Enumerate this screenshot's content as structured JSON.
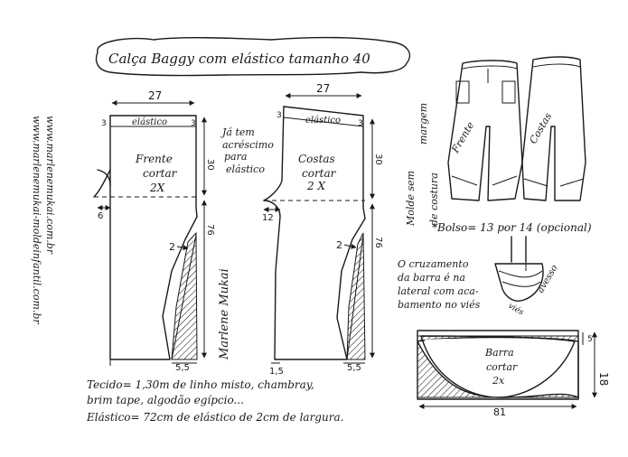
{
  "title": "Calça Baggy com elástico tamanho 40",
  "websites": [
    "www.marlenemukai.com.br",
    "www.marlenemukai-moldeinfantil.com.br"
  ],
  "front": {
    "width": "27",
    "waist_height": "3",
    "waistband_label": "elástico",
    "label": [
      "Frente",
      "cortar",
      "2X"
    ],
    "rise_ease": "6",
    "hip_depth": "30",
    "total_length": "76",
    "side_offset": "2",
    "hem_extension": "5,5",
    "note": [
      "Já tem",
      "acréscimo",
      "para",
      "elástico"
    ]
  },
  "back": {
    "width": "27",
    "waist_height": "3",
    "waistband_label": "elástico",
    "label": [
      "Costas",
      "cortar",
      "2 X"
    ],
    "rise_ease": "12",
    "hip_depth": "30",
    "total_length": "76",
    "side_offset": "2",
    "left_hem": "1,5",
    "hem_extension": "5,5"
  },
  "illustration": {
    "front_label": "Frente",
    "back_label": "Costas"
  },
  "side_note": [
    "Molde sem",
    "margem",
    "de costura"
  ],
  "pocket_note": "*Bolso= 13 por 14 (opcional)",
  "crossing_note": [
    "O cruzamento",
    "da barra é na",
    "lateral com aca-",
    "bamento no viés"
  ],
  "detail_labels": {
    "inside": "avesso",
    "bias": "viés"
  },
  "hem_piece": {
    "label": [
      "Barra",
      "cortar",
      "2x"
    ],
    "side_height": "5",
    "height": "18",
    "width": "81"
  },
  "fabric_note": [
    "Tecido= 1,30m de linho misto, chambray,",
    "brim tape, algodão egípcio..."
  ],
  "elastic_note": "Elástico= 72cm de elástico de 2cm de largura.",
  "signature": "Marlene Mukai"
}
